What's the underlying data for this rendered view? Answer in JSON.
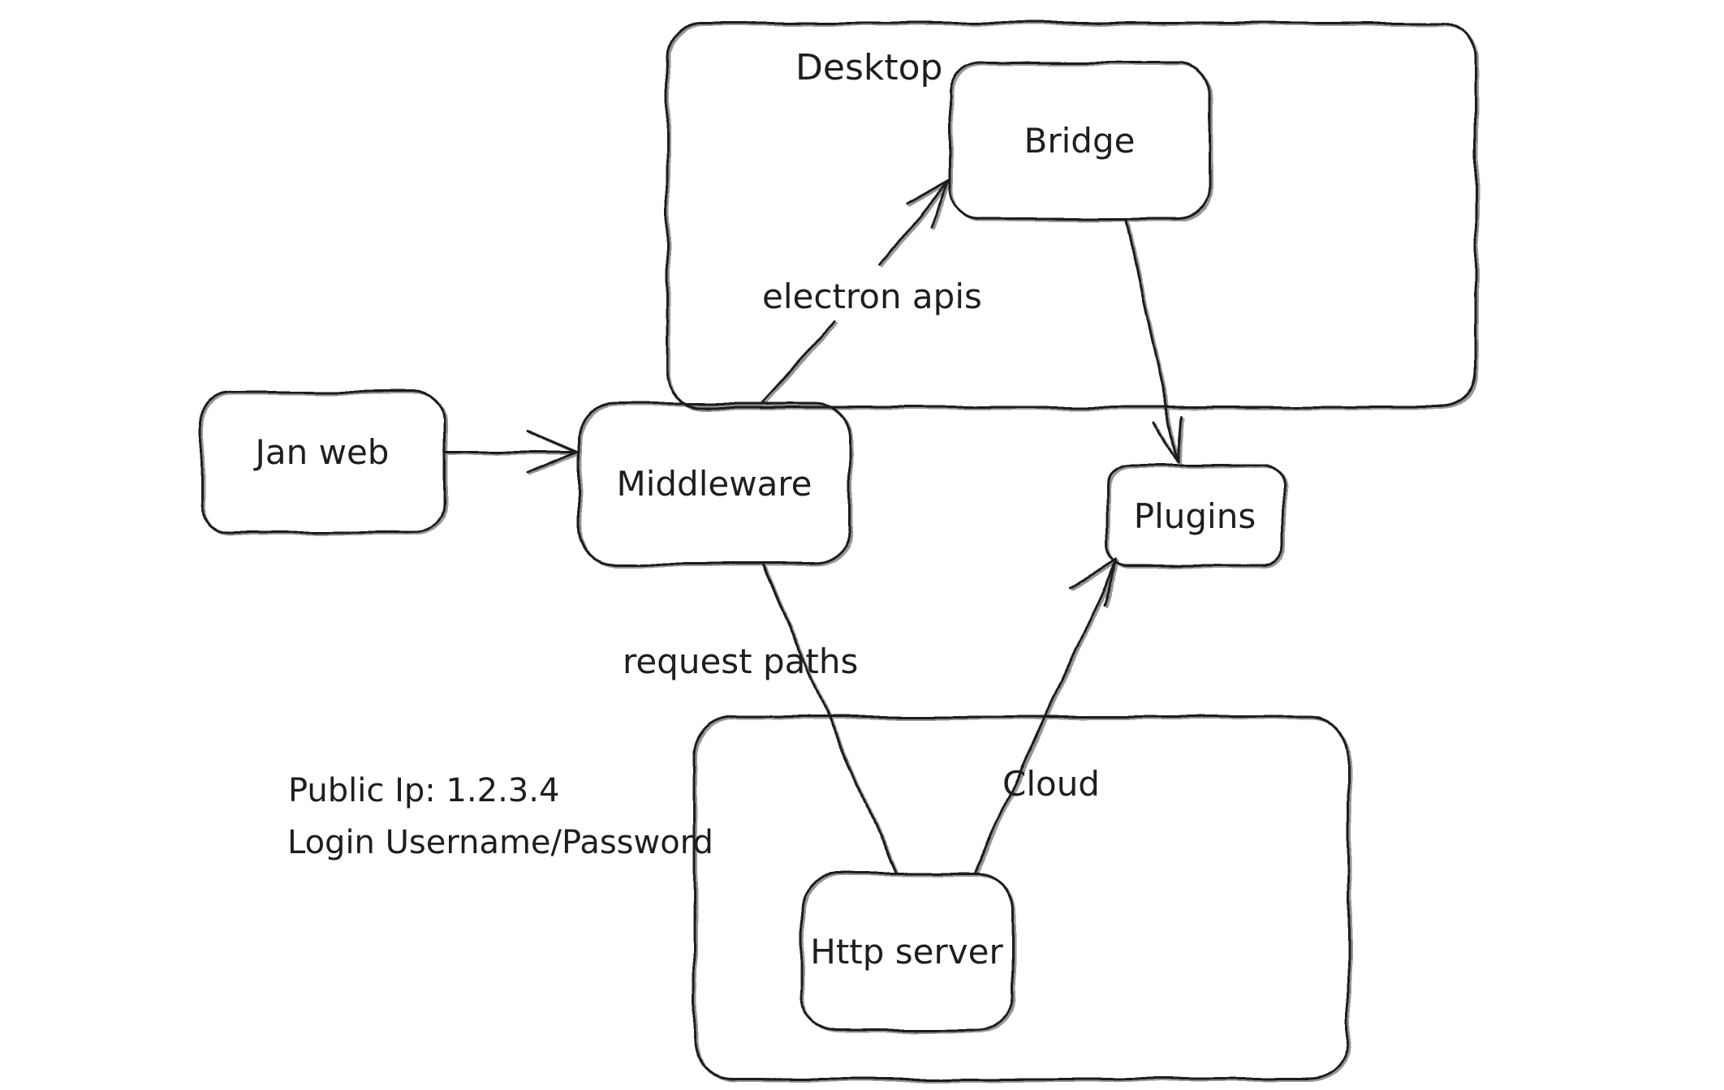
{
  "colors": {
    "background": "#ffffff",
    "stroke": "#1e1e1e"
  },
  "containers": [
    {
      "id": "desktop",
      "label": "Desktop"
    },
    {
      "id": "cloud",
      "label": "Cloud"
    }
  ],
  "nodes": [
    {
      "id": "jan-web",
      "label": "Jan web"
    },
    {
      "id": "middleware",
      "label": "Middleware"
    },
    {
      "id": "bridge",
      "label": "Bridge"
    },
    {
      "id": "plugins",
      "label": "Plugins"
    },
    {
      "id": "http-server",
      "label": "Http server"
    }
  ],
  "edges": [
    {
      "id": "jan-web-to-middleware",
      "from": "Jan web",
      "to": "Middleware",
      "label": ""
    },
    {
      "id": "middleware-to-bridge",
      "from": "Middleware",
      "to": "Bridge",
      "label": "electron apis"
    },
    {
      "id": "bridge-to-plugins",
      "from": "Bridge",
      "to": "Plugins",
      "label": ""
    },
    {
      "id": "middleware-to-http-server",
      "from": "Middleware",
      "to": "Http server",
      "label": "request paths"
    },
    {
      "id": "http-server-to-plugins",
      "from": "Http server",
      "to": "Plugins",
      "label": ""
    }
  ],
  "annotations": [
    {
      "id": "public-ip",
      "text": "Public Ip: 1.2.3.4"
    },
    {
      "id": "login",
      "text": "Login Username/Password"
    }
  ]
}
